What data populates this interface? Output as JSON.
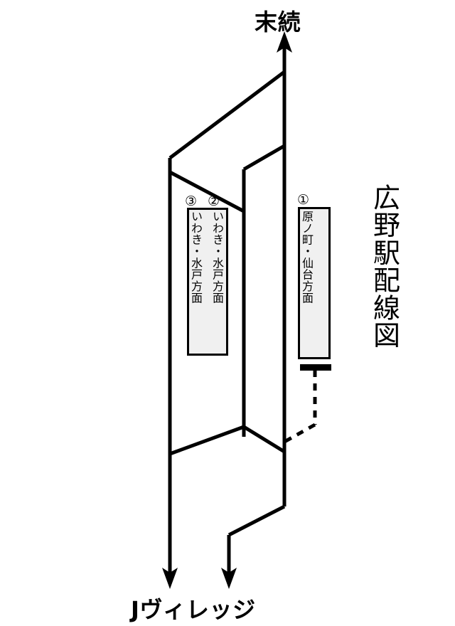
{
  "diagram": {
    "title": "広野駅配線図",
    "top_direction_label": "末続",
    "bottom_direction_label": "Jヴィレッジ",
    "line_color": "#000000",
    "platform_fill_color": "#f0f0f0",
    "background_color": "#ffffff",
    "platforms": [
      {
        "number_marker": "③",
        "destination": "いわき・水戸方面"
      },
      {
        "number_marker": "②",
        "destination": "いわき・水戸方面"
      },
      {
        "number_marker": "①",
        "destination": "原ノ町・仙台方面"
      }
    ],
    "icons": {
      "arrow_up": "arrow-up-icon",
      "arrow_down": "arrow-down-icon",
      "buffer_stop": "buffer-stop-icon"
    }
  }
}
